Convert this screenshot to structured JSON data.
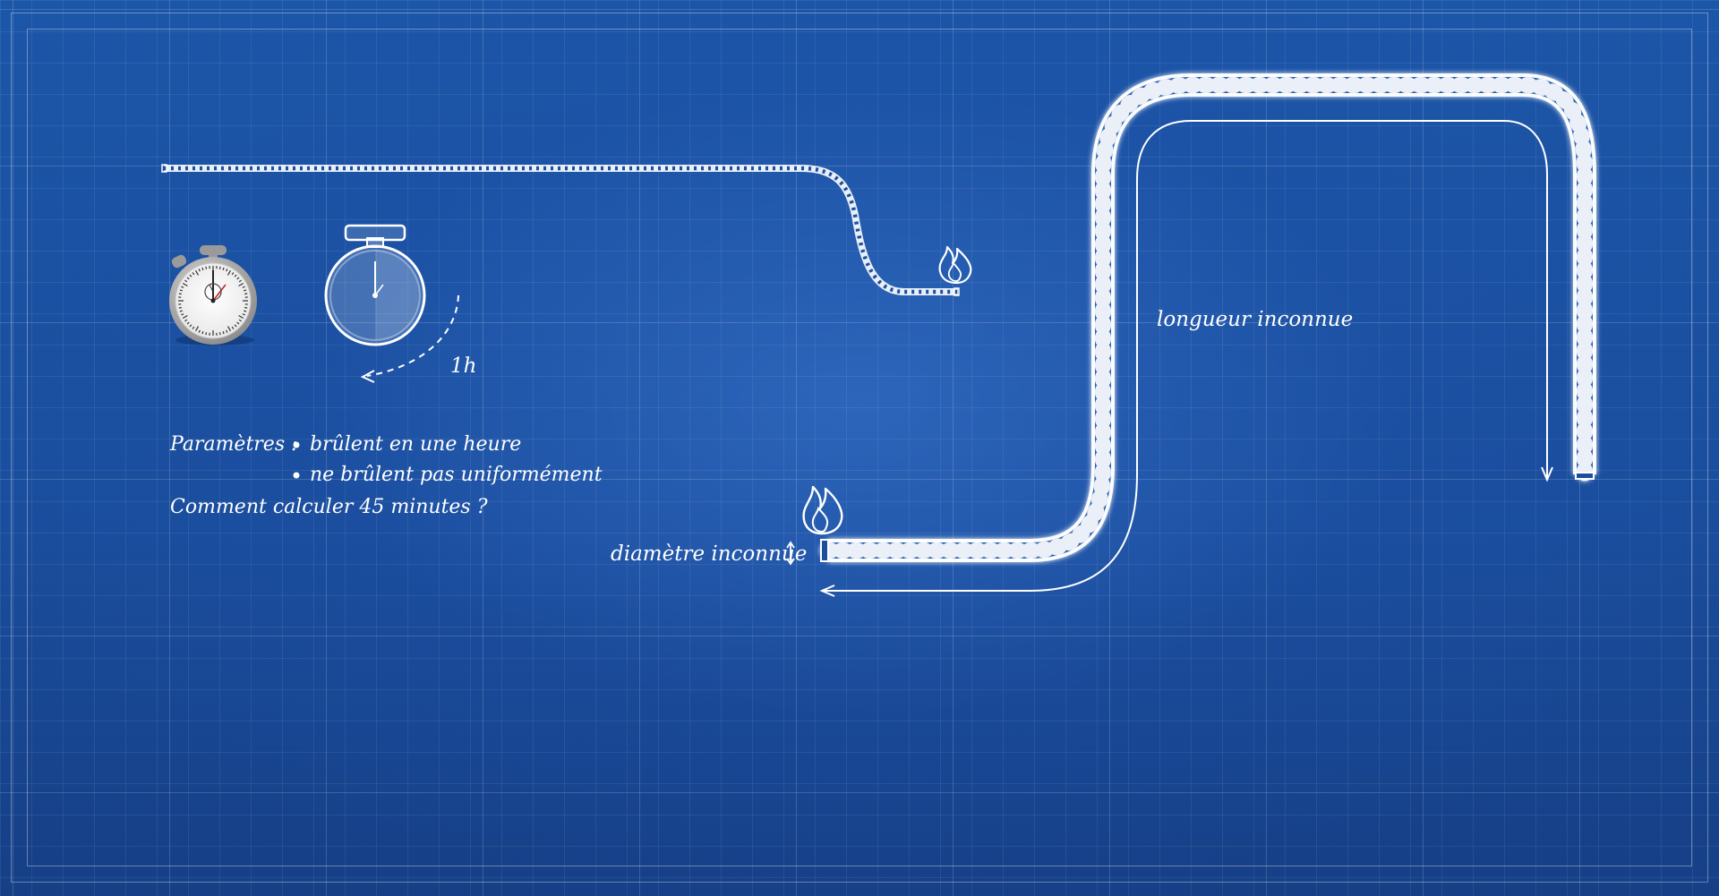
{
  "labels": {
    "one_hour": "1h",
    "length": "longueur inconnue",
    "diameter": "diamètre inconnue",
    "params_title": "Paramètres :",
    "param_1": "brûlent en une heure",
    "param_2": "ne brûlent pas uniformément",
    "question": "Comment calculer 45 minutes ?"
  },
  "icons": [
    "stopwatch-icon",
    "timer-icon",
    "flame-icon",
    "arrow-icon"
  ],
  "colors": {
    "background": "#1a4f9e",
    "grid": "#ffffff",
    "ink": "#ffffff"
  }
}
